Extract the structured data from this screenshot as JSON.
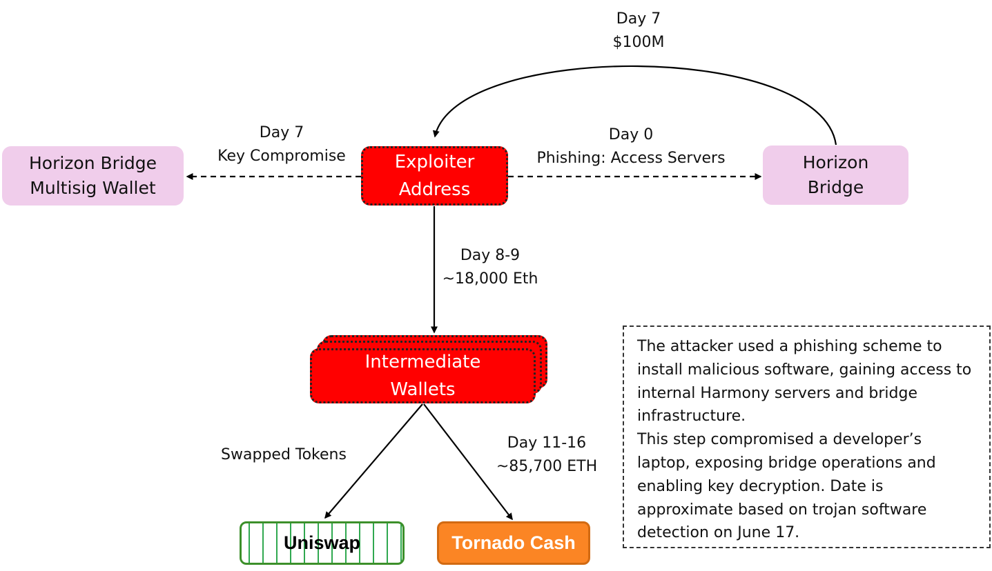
{
  "nodes": {
    "exploiter": {
      "line1": "Exploiter",
      "line2": "Address"
    },
    "multisig": {
      "line1": "Horizon Bridge",
      "line2": "Multisig Wallet"
    },
    "bridge": {
      "line1": "Horizon",
      "line2": "Bridge"
    },
    "intermediate": {
      "line1": "Intermediate",
      "line2": "Wallets"
    },
    "uniswap": {
      "label": "Uniswap"
    },
    "tornado": {
      "label": "Tornado Cash"
    }
  },
  "edges": {
    "loop_bridge_to_exploiter": {
      "line1": "Day 7",
      "line2": "$100M"
    },
    "exploiter_to_multisig": {
      "line1": "Day 7",
      "line2": "Key Compromise"
    },
    "exploiter_to_bridge": {
      "line1": "Day 0",
      "line2": "Phishing: Access Servers"
    },
    "exploiter_to_intermediate": {
      "line1": "Day 8-9",
      "line2": "~18,000 Eth"
    },
    "intermediate_to_uniswap": {
      "line1": "Swapped Tokens"
    },
    "intermediate_to_tornado": {
      "line1": "Day 11-16",
      "line2": "~85,700 ETH"
    }
  },
  "note": {
    "paragraph1": "The attacker used a phishing scheme to install malicious software, gaining access to internal Harmony servers and bridge infrastructure.",
    "paragraph2": "This step compromised a developer’s laptop, exposing bridge operations and enabling key decryption. Date is approximate based on trojan software detection on June 17."
  },
  "colors": {
    "exploiter_fill": "#ff0000",
    "pink_fill": "#f0cdeb",
    "uniswap_border": "#3c8f2a",
    "tornado_fill": "#fb8524"
  }
}
